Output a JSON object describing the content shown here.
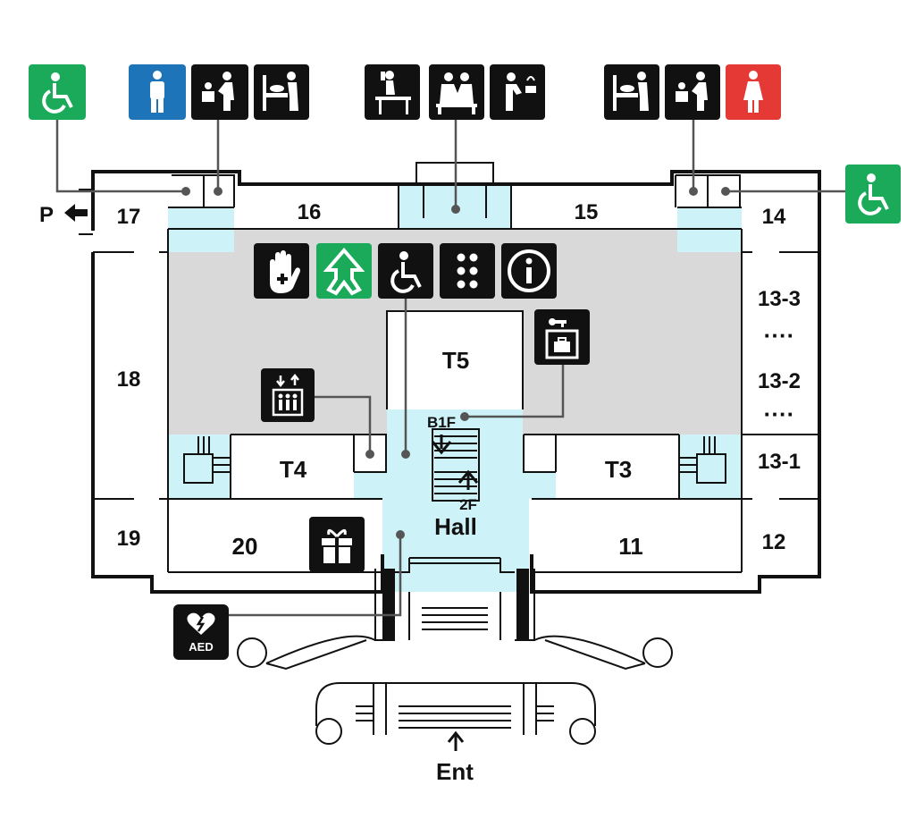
{
  "colors": {
    "accessible_green": "#1aaa5a",
    "men_blue": "#1e74b8",
    "women_red": "#e53935",
    "icon_black": "#111111",
    "common_area_cyan": "#cdf3f8",
    "concourse_gray": "#d9d9d9"
  },
  "rooms": {
    "r17": "17",
    "r16": "16",
    "r15": "15",
    "r14": "14",
    "r13_3": "13-3",
    "r13_2": "13-2",
    "r13_1": "13-1",
    "r18": "18",
    "r19": "19",
    "r20": "20",
    "r11": "11",
    "r12": "12",
    "t3": "T3",
    "t4": "T4",
    "t5": "T5",
    "hall": "Hall"
  },
  "labels": {
    "parking": "P",
    "entrance": "Ent",
    "floor_down": "B1F",
    "floor_up": "2F",
    "aed": "AED",
    "dots_upper": "····",
    "dots_lower": "····"
  },
  "icons": {
    "top_left_accessible": "accessible-toilet-icon",
    "mens_toilet": "mens-toilet-icon",
    "baby_seat_left": "baby-seat-icon",
    "diaper_changing_left": "diaper-changing-icon",
    "baby_food_prep": "baby-food-prep-icon",
    "nursing_room": "nursing-room-icon",
    "water_fountain": "water-fountain-icon",
    "diaper_changing_right": "diaper-changing-icon",
    "baby_seat_right": "baby-seat-icon",
    "womens_toilet": "womens-toilet-icon",
    "right_accessible": "accessible-toilet-icon",
    "help_mark": "help-mark-icon",
    "evacuation_route": "evacuation-route-icon",
    "wheelchair": "wheelchair-icon",
    "braille": "braille-icon",
    "information": "information-icon",
    "elevator": "elevator-icon",
    "coin_locker": "coin-locker-icon",
    "gift_shop": "gift-shop-icon",
    "aed": "aed-icon"
  }
}
